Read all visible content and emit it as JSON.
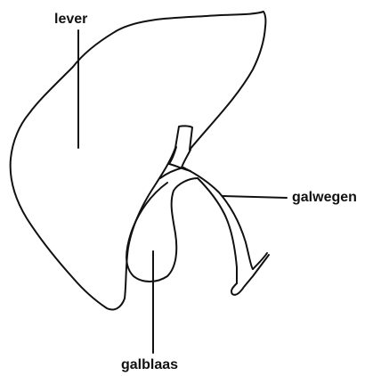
{
  "labels": {
    "liver": "lever",
    "bile_ducts": "galwegen",
    "gallbladder": "galblaas"
  },
  "colors": {
    "line": "#111111",
    "background": "#ffffff"
  }
}
